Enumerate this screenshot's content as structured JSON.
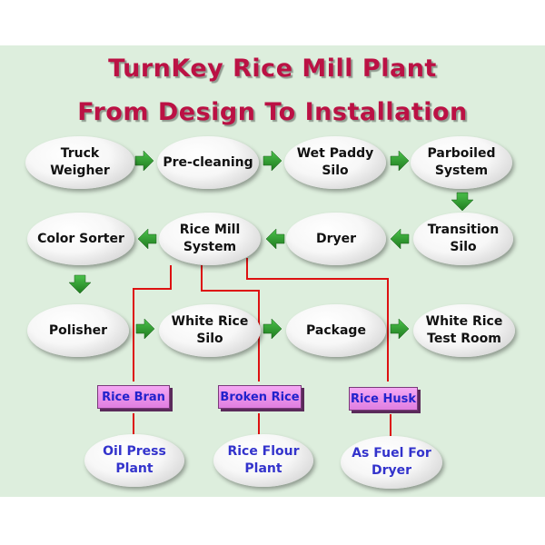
{
  "title": {
    "line1": "TurnKey Rice Mill Plant",
    "line2": "From Design To Installation"
  },
  "nodes": {
    "truck_weigher": "Truck Weigher",
    "pre_cleaning": "Pre-cleaning",
    "wet_paddy_silo": "Wet Paddy\nSilo",
    "parboiled_system": "Parboiled\nSystem",
    "transition_silo": "Transition\nSilo",
    "dryer": "Dryer",
    "rice_mill_system": "Rice Mill\nSystem",
    "color_sorter": "Color Sorter",
    "polisher": "Polisher",
    "white_rice_silo": "White Rice\nSilo",
    "package": "Package",
    "white_rice_test_room": "White Rice\nTest Room",
    "oil_press_plant": "Oil  Press\nPlant",
    "rice_flour_plant": "Rice Flour\nPlant",
    "fuel_for_dryer": "As Fuel For\nDryer"
  },
  "products": {
    "rice_bran": "Rice Bran",
    "broken_rice": "Broken Rice",
    "rice_husk": "Rice Husk"
  },
  "colors": {
    "title": "#bb1144",
    "panel": "#ddeedd",
    "arrow": "#2e9c2e",
    "line": "#dd1111",
    "product_text": "#2222cc"
  }
}
